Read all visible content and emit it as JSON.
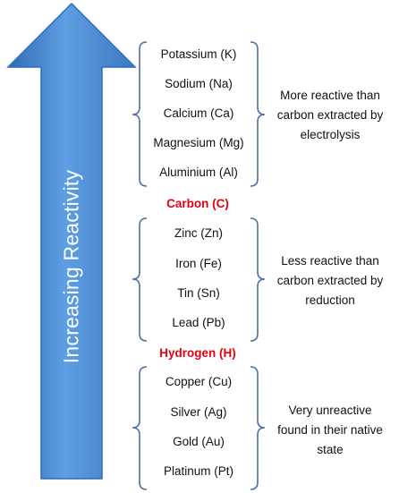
{
  "arrow": {
    "label": "Increasing Reactivity",
    "color": "#4f8fd6"
  },
  "groups": [
    {
      "metals": [
        "Potassium (K)",
        "Sodium (Na)",
        "Calcium (Ca)",
        "Magnesium (Mg)",
        "Aluminium (Al)"
      ],
      "description": [
        "More reactive than",
        "carbon extracted by",
        "electrolysis"
      ]
    },
    {
      "metals": [
        "Zinc (Zn)",
        "Iron (Fe)",
        "Tin (Sn)",
        "Lead (Pb)"
      ],
      "description": [
        "Less reactive than",
        "carbon extracted by",
        "reduction"
      ]
    },
    {
      "metals": [
        "Copper (Cu)",
        "Silver (Ag)",
        "Gold (Au)",
        "Platinum (Pt)"
      ],
      "description": [
        "Very unreactive",
        "found in their native",
        "state"
      ]
    }
  ],
  "dividers": {
    "carbon": "Carbon (C)",
    "hydrogen": "Hydrogen (H)"
  },
  "colors": {
    "divider_text": "#e3000f",
    "bracket": "#4a6fa5",
    "arrow_edge": "#2f6cb5"
  }
}
